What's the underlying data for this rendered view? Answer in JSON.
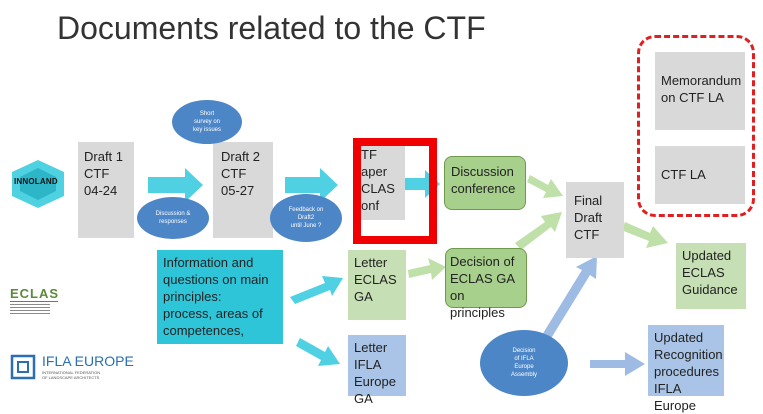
{
  "title": "Documents related to the CTF",
  "boxes": {
    "draft1": "Draft 1\nCTF\n04-24",
    "draft2": "Draft 2\nCTF\n05-27",
    "paper": "TF\naper\nCLAS\nonf",
    "discussion_conference": "Discussion\nconference",
    "final_draft": "Final\nDraft\nCTF",
    "memorandum": "Memorandum\non CTF LA",
    "ctf_la": "CTF LA",
    "info_questions": "Information and\nquestions on main\nprinciples:\nprocess, areas of\ncompetences,",
    "letter_eclas": "Letter\nECLAS\nGA",
    "decision_eclas": "Decision of\nECLAS GA on\nprinciples",
    "updated_eclas": "Updated\nECLAS\nGuidance",
    "letter_ifla": "Letter\nIFLA\nEurope\nGA",
    "updated_recognition": "Updated\nRecognition\nprocedures\nIFLA Europe"
  },
  "ovals": {
    "short_survey": "Short\nsurvey on\nkey issues",
    "discussion_responses": "Discussion &\nresponses",
    "feedback": "Feedback on\nDraft2\nuntil June ?",
    "decision_ifla": "Decision\nof IFLA\nEurope\nAssembly"
  },
  "logos": {
    "innoland": "INNOLAND",
    "eclas": "ECLAS",
    "ifla": "IFLA EUROPE",
    "ifla_sub": "INTERNATIONAL FEDERATION\nOF LANDSCAPE ARCHITECTS"
  },
  "colors": {
    "gray": "#d9d9d9",
    "cyan": "#2fc5d9",
    "oval_blue": "#4d86c6",
    "light_green": "#c7dfb4",
    "green": "#a8d08d",
    "light_blue": "#a9c4e6",
    "red": "#f00000",
    "arrow_cyan": "#4fd0e3",
    "arrow_green": "#bfe0a8",
    "arrow_blue": "#9dbbe3"
  }
}
